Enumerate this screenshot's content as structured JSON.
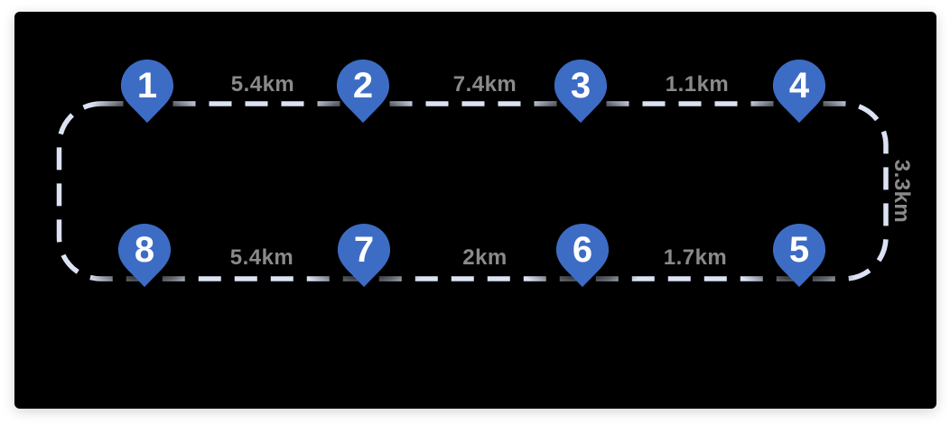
{
  "colors": {
    "page-bg": "#ffffff",
    "card-bg": "#000000",
    "pin-fill": "#3d6cc4",
    "pin-number": "#ffffff",
    "dash": "#dbe2f3",
    "distance-label": "#8a8a8a"
  },
  "route": {
    "stops": [
      {
        "number": "1"
      },
      {
        "number": "2"
      },
      {
        "number": "3"
      },
      {
        "number": "4"
      },
      {
        "number": "5"
      },
      {
        "number": "6"
      },
      {
        "number": "7"
      },
      {
        "number": "8"
      }
    ],
    "segments": [
      {
        "from": "1",
        "to": "2",
        "distance": "5.4km",
        "edge": "top"
      },
      {
        "from": "2",
        "to": "3",
        "distance": "7.4km",
        "edge": "top"
      },
      {
        "from": "3",
        "to": "4",
        "distance": "1.1km",
        "edge": "top"
      },
      {
        "from": "4",
        "to": "5",
        "distance": "3.3km",
        "edge": "right"
      },
      {
        "from": "5",
        "to": "6",
        "distance": "1.7km",
        "edge": "bottom"
      },
      {
        "from": "6",
        "to": "7",
        "distance": "2km",
        "edge": "bottom"
      },
      {
        "from": "7",
        "to": "8",
        "distance": "5.4km",
        "edge": "bottom"
      }
    ]
  }
}
